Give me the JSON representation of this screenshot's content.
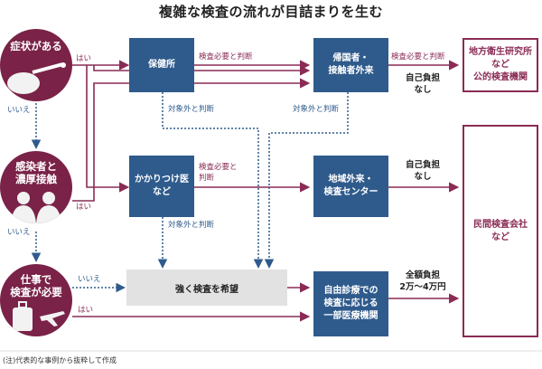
{
  "title": "複雑な検査の流れが目詰まりを生む",
  "circles": {
    "symptom": "症状がある",
    "contact": [
      "感染者と",
      "濃厚接触"
    ],
    "work": [
      "仕事で",
      "検査が必要"
    ]
  },
  "boxes": {
    "health_center": "保健所",
    "returnee_clinic": [
      "帰国者・",
      "接触者外来"
    ],
    "public_lab": [
      "地方衛生研究所",
      "など",
      "公的検査機関"
    ],
    "family_doctor": [
      "かかりつけ医",
      "など"
    ],
    "regional_center": [
      "地域外来・",
      "検査センター"
    ],
    "private_lab": [
      "民間検査会社",
      "など"
    ],
    "strong_wish": "強く検査を希望",
    "self_pay_clinic": [
      "自由診療での",
      "検査に応じる",
      "一部医療機関"
    ]
  },
  "labels": {
    "yes": "はい",
    "no": "いいえ",
    "test_needed": "検査必要と判断",
    "test_needed_split": [
      "検査必要と",
      "判断"
    ],
    "out_of_scope": "対象外と判断"
  },
  "costs": {
    "self_burden_none": [
      "自己負担",
      "なし"
    ],
    "full_burden": [
      "全額負担",
      "2万～4万円"
    ]
  },
  "note": "(注)代表的な事例から抜粋して作成",
  "colors": {
    "circle": "#7a2247",
    "box": "#2f5b8c",
    "gray_box": "#e2e2e2",
    "accent_red": "#8a2b55",
    "accent_blue": "#2f5b8c"
  }
}
